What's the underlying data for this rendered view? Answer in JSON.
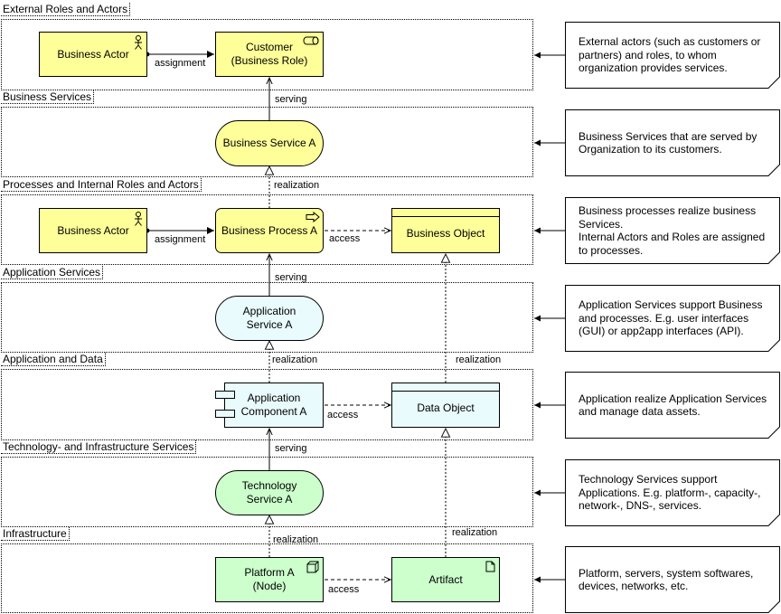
{
  "layers": [
    {
      "id": "external",
      "title": "External Roles and Actors"
    },
    {
      "id": "bizservices",
      "title": "Business Services"
    },
    {
      "id": "processes",
      "title": "Processes and Internal Roles and Actors"
    },
    {
      "id": "appservices",
      "title": "Application Services"
    },
    {
      "id": "appdata",
      "title": "Application and Data"
    },
    {
      "id": "techservices",
      "title": "Technology- and Infrastructure Services"
    },
    {
      "id": "infra",
      "title": "Infrastructure"
    }
  ],
  "nodes": {
    "business_actor_1": "Business Actor",
    "customer_role": "Customer\n(Business Role)",
    "business_service_a": "Business Service A",
    "business_actor_2": "Business Actor",
    "business_process_a": "Business Process A",
    "business_object": "Business Object",
    "application_service_a": "Application\nService A",
    "application_component_a": "Application\nComponent A",
    "data_object": "Data Object",
    "technology_service_a": "Technology\nService A",
    "platform_a": "Platform A\n(Node)",
    "artifact": "Artifact"
  },
  "edge_labels": {
    "assignment_1": "assignment",
    "serving_1": "serving",
    "realization_1": "realization",
    "assignment_2": "assignment",
    "access_1": "access",
    "serving_2": "serving",
    "realization_2": "realization",
    "realization_3": "realization",
    "access_2": "access",
    "serving_3": "serving",
    "realization_4": "realization",
    "realization_5": "realization",
    "access_3": "access"
  },
  "notes": [
    "External actors (such as customers or partners) and roles, to whom organization provides services.",
    "Business Services that are served by Organization to its customers.",
    "Business processes realize business Services.\nInternal Actors and Roles are assigned to processes.",
    "Application Services support Business and processes. E.g. user interfaces (GUI) or app2app interfaces (API).",
    "Application realize Application Services and manage data assets.",
    "Technology Services support Applications. E.g. platform-, capacity-, network-, DNS-, services.",
    "Platform, servers, system softwares, devices, networks, etc."
  ],
  "colors": {
    "business": "#ffff99",
    "application": "#e9fbfc",
    "technology": "#ccffcc"
  }
}
